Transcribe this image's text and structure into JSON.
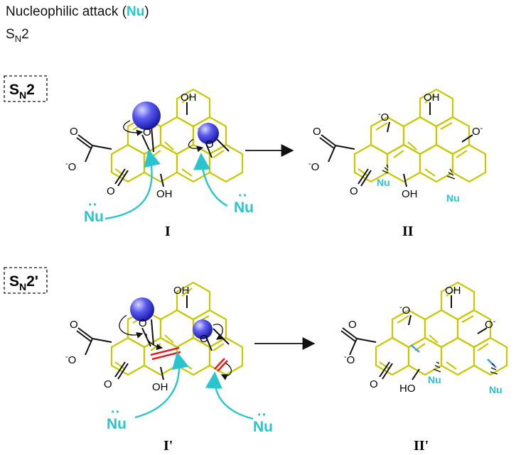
{
  "header": {
    "title_prefix": "Nucleophilic attack (",
    "title_nu": "Nu",
    "title_suffix": ")",
    "subtitle_main": "S",
    "subtitle_sub": "N",
    "subtitle_tail": "2"
  },
  "mechanisms": [
    {
      "box_label_main": "S",
      "box_label_sub": "N",
      "box_label_tail": "2",
      "reactant_label": "I",
      "product_label": "II"
    },
    {
      "box_label_main": "S",
      "box_label_sub": "N",
      "box_label_tail": "2'",
      "reactant_label": "I'",
      "product_label": "II'"
    }
  ],
  "atoms": {
    "oh": "OH",
    "ho": "HO",
    "o": "O",
    "o_minus": "-",
    "nu": "Nu"
  },
  "colors": {
    "graphene_ring": "#c8c800",
    "nucleophile": "#29c5cf",
    "epoxide_sphere": "#3a3ae0",
    "new_double_bond_red": "#e02020",
    "new_double_bond_blue": "#3a9ae0",
    "bond": "#111111"
  }
}
